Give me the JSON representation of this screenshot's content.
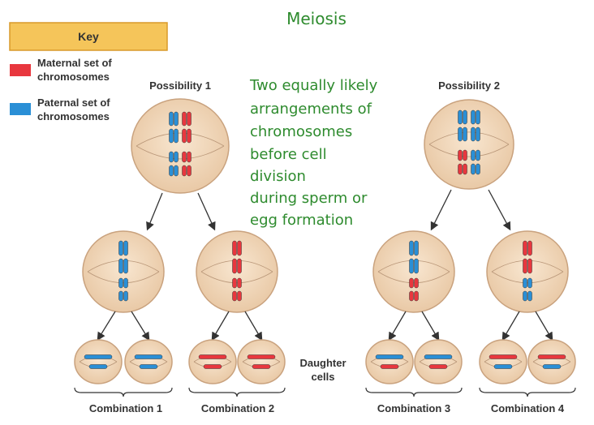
{
  "title": "Meiosis",
  "key": {
    "heading": "Key",
    "maternal_line1": "Maternal set of",
    "maternal_line2": "chromosomes",
    "paternal_line1": "Paternal set of",
    "paternal_line2": "chromosomes"
  },
  "possibility1": "Possibility 1",
  "possibility2": "Possibility 2",
  "description_lines": [
    "Two equally likely",
    "arrangements of",
    "chromosomes",
    "before cell",
    "division",
    "during sperm or",
    "egg formation"
  ],
  "daughter_line1": "Daughter",
  "daughter_line2": "cells",
  "combinations": [
    "Combination 1",
    "Combination 2",
    "Combination 3",
    "Combination 4"
  ],
  "colors": {
    "maternal": "#e8373e",
    "paternal": "#2a8fd6",
    "cell_fill": "#f2d9bd",
    "cell_stroke": "#c9a27e",
    "key_fill": "#f5c55a",
    "title_green": "#2e8b2e"
  }
}
